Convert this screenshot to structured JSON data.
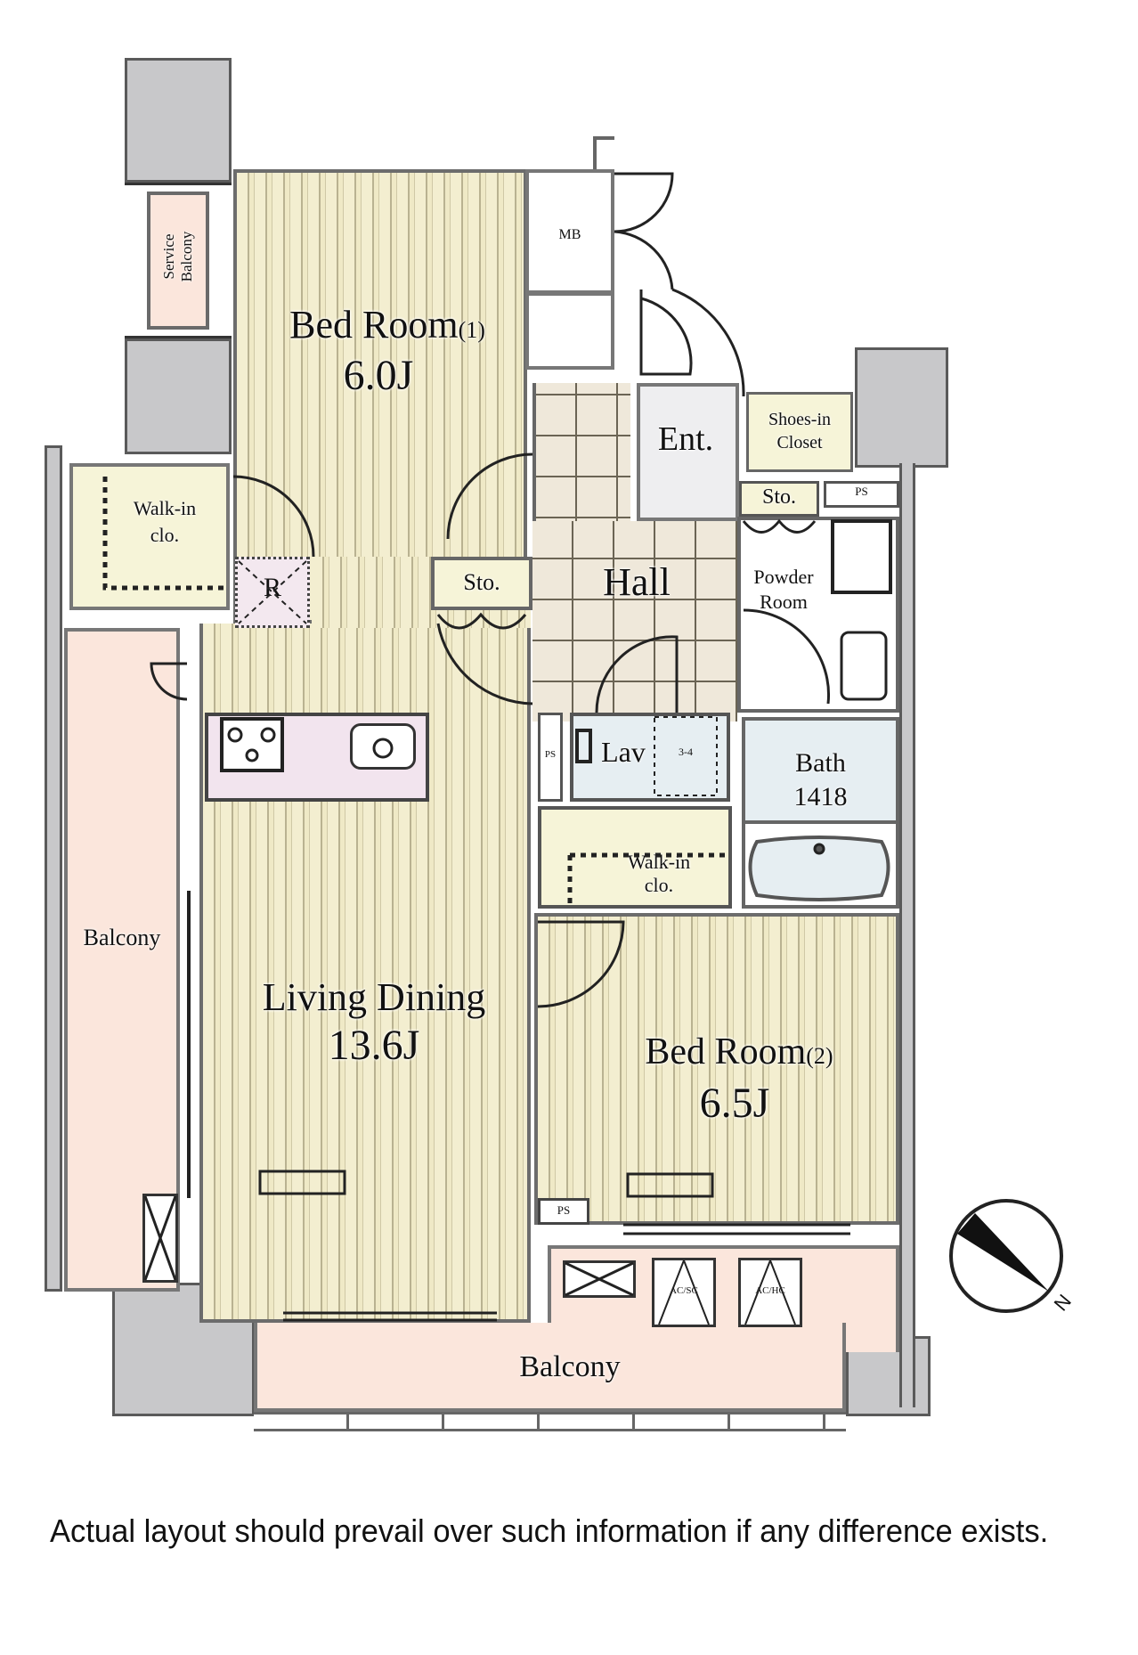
{
  "floor_plan": {
    "rooms": [
      {
        "id": "bedroom-1",
        "label": "Bed Room",
        "suffix": "(1)",
        "area": "6.0J"
      },
      {
        "id": "living-dining",
        "label": "Living Dining",
        "area": "13.6J"
      },
      {
        "id": "bedroom-2",
        "label": "Bed Room",
        "suffix": "(2)",
        "area": "6.5J"
      },
      {
        "id": "hall",
        "label": "Hall"
      },
      {
        "id": "entrance",
        "label": "Ent."
      },
      {
        "id": "shoes-in-closet",
        "label_line1": "Shoes-in",
        "label_line2": "Closet"
      },
      {
        "id": "mb",
        "label": "MB"
      },
      {
        "id": "storage-hall",
        "label": "Sto."
      },
      {
        "id": "storage-powder",
        "label": "Sto."
      },
      {
        "id": "powder-room",
        "label_line1": "Powder",
        "label_line2": "Room"
      },
      {
        "id": "lavatory",
        "label": "Lav"
      },
      {
        "id": "bath",
        "label": "Bath",
        "size": "1418"
      },
      {
        "id": "walk-in-closet-1",
        "label_line1": "Walk-in",
        "label_line2": "clo."
      },
      {
        "id": "walk-in-closet-2",
        "label_line1": "Walk-in",
        "label_line2": "clo."
      },
      {
        "id": "service-balcony",
        "label_line1": "Service",
        "label_line2": "Balcony"
      },
      {
        "id": "balcony-side",
        "label": "Balcony"
      },
      {
        "id": "balcony-bottom",
        "label": "Balcony"
      },
      {
        "id": "refrigerator",
        "label": "R"
      }
    ],
    "fixtures": {
      "ps_labels": [
        "PS",
        "PS",
        "PS"
      ],
      "washer_label": "3-4",
      "outdoor_units": [
        "AC/SC",
        "AC/HC"
      ]
    },
    "compass": {
      "label": "N"
    }
  },
  "colors": {
    "wood_floor": "#f1ebc9",
    "balcony": "#fbe6dc",
    "wall": "#c8c8ca",
    "wet_area": "#e6eef2",
    "closet": "#f6f4d8",
    "kitchen": "#f2e4ee"
  },
  "disclaimer": "Actual layout should prevail over such information if any difference exists."
}
